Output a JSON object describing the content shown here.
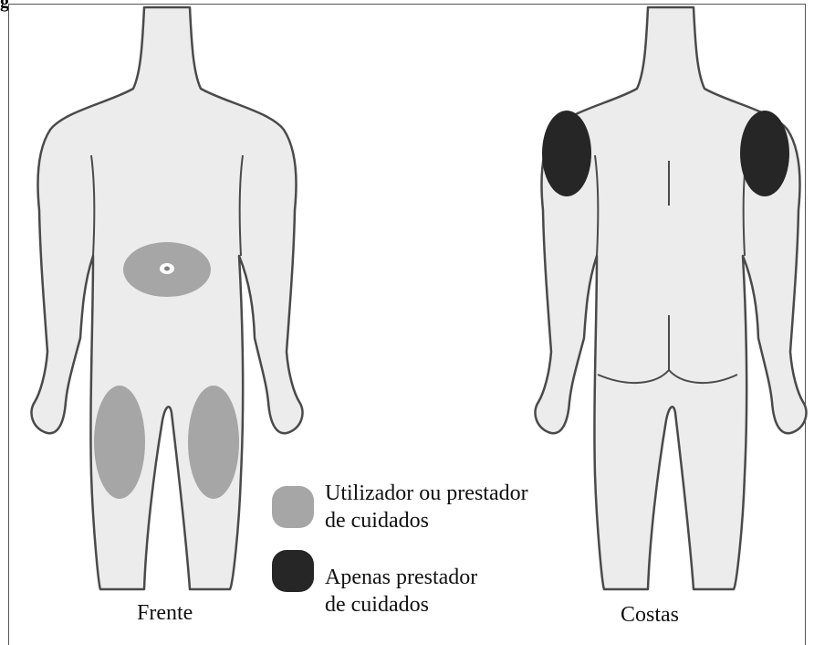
{
  "heading_fragment": "g",
  "legend": [
    {
      "swatch": "#a6a6a6",
      "line1": "Utilizador ou prestador",
      "line2": "de cuidados"
    },
    {
      "swatch": "#262626",
      "line1": "Apenas prestador",
      "line2": "de cuidados"
    }
  ],
  "views": {
    "front": "Frente",
    "back": "Costas"
  },
  "colors": {
    "body_fill": "#ececec",
    "outline": "#4a4a4a",
    "user_zone": "#a6a6a6",
    "caregiver_zone": "#262626"
  }
}
